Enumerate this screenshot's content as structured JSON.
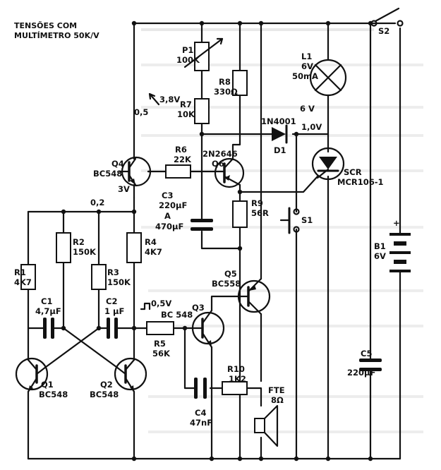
{
  "header": {
    "line1": "TENSÕES COM",
    "line2": "MULTÍMETRO 50K/V"
  },
  "components": {
    "P1": {
      "ref": "P1",
      "value": "100K"
    },
    "R8": {
      "ref": "R8",
      "value": "330Ω"
    },
    "R7": {
      "ref": "R7",
      "value": "10K"
    },
    "R6": {
      "ref": "R6",
      "value": "22K"
    },
    "Q6": {
      "ref": "Q6",
      "value": "2N2646"
    },
    "Q4": {
      "ref": "Q4",
      "value": "BC548"
    },
    "C3": {
      "ref": "C3",
      "value": "220µF"
    },
    "A": {
      "ref": "A",
      "value": "470µF"
    },
    "R9": {
      "ref": "R9",
      "value": "56R"
    },
    "R2": {
      "ref": "R2",
      "value": "150K"
    },
    "R4": {
      "ref": "R4",
      "value": "4K7"
    },
    "R1": {
      "ref": "R1",
      "value": "4K7"
    },
    "R3": {
      "ref": "R3",
      "value": "150K"
    },
    "C1": {
      "ref": "C1",
      "value": "4,7µF"
    },
    "C2": {
      "ref": "C2",
      "value": "1 µF"
    },
    "Q1": {
      "ref": "Q1",
      "value": "BC548"
    },
    "Q2": {
      "ref": "Q2",
      "value": "BC548"
    },
    "R5": {
      "ref": "R5",
      "value": "56K"
    },
    "Q3": {
      "ref": "Q3",
      "value": "BC 548"
    },
    "Q5": {
      "ref": "Q5",
      "value": "BC558"
    },
    "C4": {
      "ref": "C4",
      "value": "47nF"
    },
    "R10": {
      "ref": "R10",
      "value": "1K2"
    },
    "FTE": {
      "ref": "FTE",
      "value": "8Ω"
    },
    "L1": {
      "ref": "L1",
      "value1": "6V",
      "value2": "50mA"
    },
    "D1": {
      "ref": "D1",
      "value": "1N4001"
    },
    "SCR": {
      "ref": "SCR",
      "value": "MCR106-1"
    },
    "S1": {
      "ref": "S1"
    },
    "S2": {
      "ref": "S2"
    },
    "B1": {
      "ref": "B1",
      "value": "6V"
    },
    "C5": {
      "ref": "C5",
      "value": "220µF"
    }
  },
  "voltages": {
    "v38": "3,8V",
    "v05a": "0,5",
    "v3": "3V",
    "v02": "0,2",
    "v6": "6 V",
    "v10": "1,0V",
    "v05b": "0,5V"
  },
  "polarity": {
    "plus": "+"
  }
}
